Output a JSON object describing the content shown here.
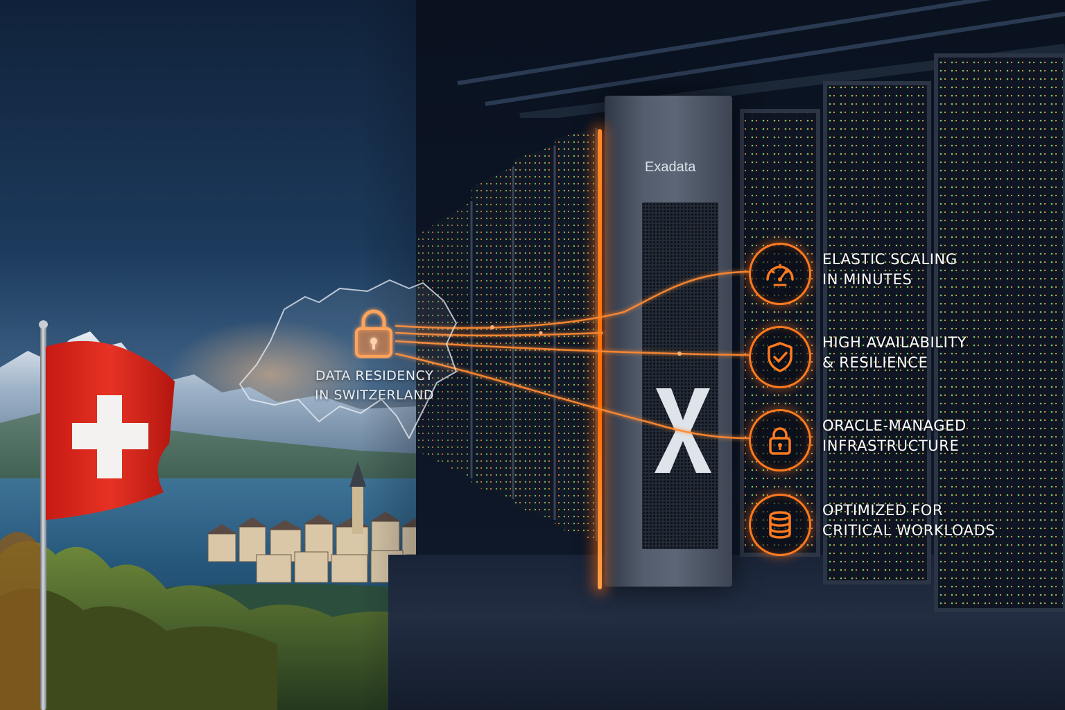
{
  "colors": {
    "accent": "#ff7a1f",
    "flag_red": "#e0231c",
    "text": "#ffffff"
  },
  "cabinet": {
    "brand": "Exadata",
    "front_mark": "X"
  },
  "residency": {
    "line1": "DATA RESIDENCY",
    "line2": "IN SWITZERLAND",
    "icon": "lock-icon"
  },
  "features": [
    {
      "line1": "ELASTIC SCALING",
      "line2": "IN MINUTES",
      "icon": "speedometer-icon"
    },
    {
      "line1": "HIGH AVAILABILITY",
      "line2": "& RESILIENCE",
      "icon": "shield-check-icon"
    },
    {
      "line1": "ORACLE-MANAGED",
      "line2": "INFRASTRUCTURE",
      "icon": "lock-icon"
    },
    {
      "line1": "OPTIMIZED FOR",
      "line2": "CRITICAL WORKLOADS",
      "icon": "database-icon"
    }
  ]
}
